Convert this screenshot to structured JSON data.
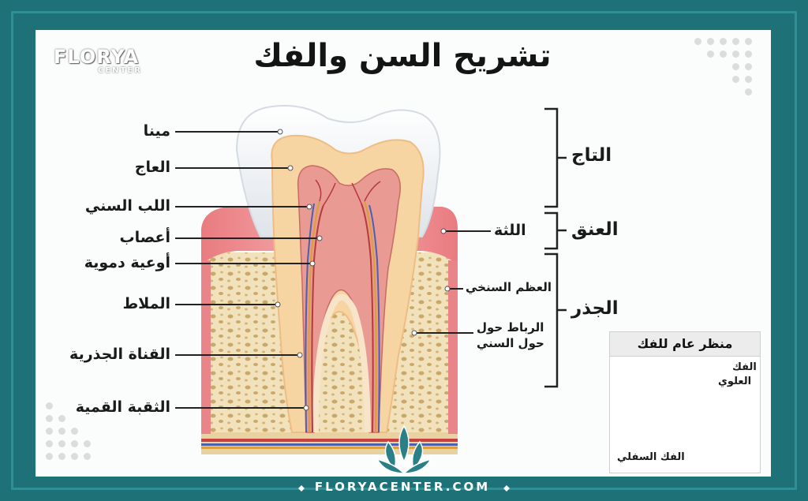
{
  "brand": {
    "name": "FLORYA",
    "sub": "CENTER",
    "website": "FLORYACENTER.COM"
  },
  "title": "تشريح السن والفك",
  "left_labels": [
    {
      "id": "enamel",
      "text": "مينا"
    },
    {
      "id": "dentin",
      "text": "العاج"
    },
    {
      "id": "pulp",
      "text": "اللب السني"
    },
    {
      "id": "nerves",
      "text": "أعصاب"
    },
    {
      "id": "vessels",
      "text": "أوعية دموية"
    },
    {
      "id": "cementum",
      "text": "الملاط"
    },
    {
      "id": "root-canal",
      "text": "القناة الجذرية"
    },
    {
      "id": "apical-foramen",
      "text": "الثقبة القمية"
    }
  ],
  "right_labels": [
    {
      "id": "gum",
      "text": "اللثة"
    },
    {
      "id": "alveolar-bone",
      "text": "العظم السنخي"
    },
    {
      "id": "periodontal-ligament",
      "line1": "الرباط حول",
      "line2": "حول السني"
    }
  ],
  "sections": [
    {
      "id": "crown",
      "text": "التاج"
    },
    {
      "id": "neck",
      "text": "العنق"
    },
    {
      "id": "root",
      "text": "الجذر"
    }
  ],
  "inset": {
    "title": "منظر عام للفك",
    "upper_jaw_line1": "الفك",
    "upper_jaw_line2": "العلوي",
    "lower_jaw": "الفك السفلي"
  },
  "colors": {
    "frame": "#1d7177",
    "accent": "#2f8f95",
    "enamel": "#ffffff",
    "dentin": "#f6d7a8",
    "pulp": "#e59a92",
    "gum": "#f08f93",
    "bone": "#f0e0b8"
  }
}
